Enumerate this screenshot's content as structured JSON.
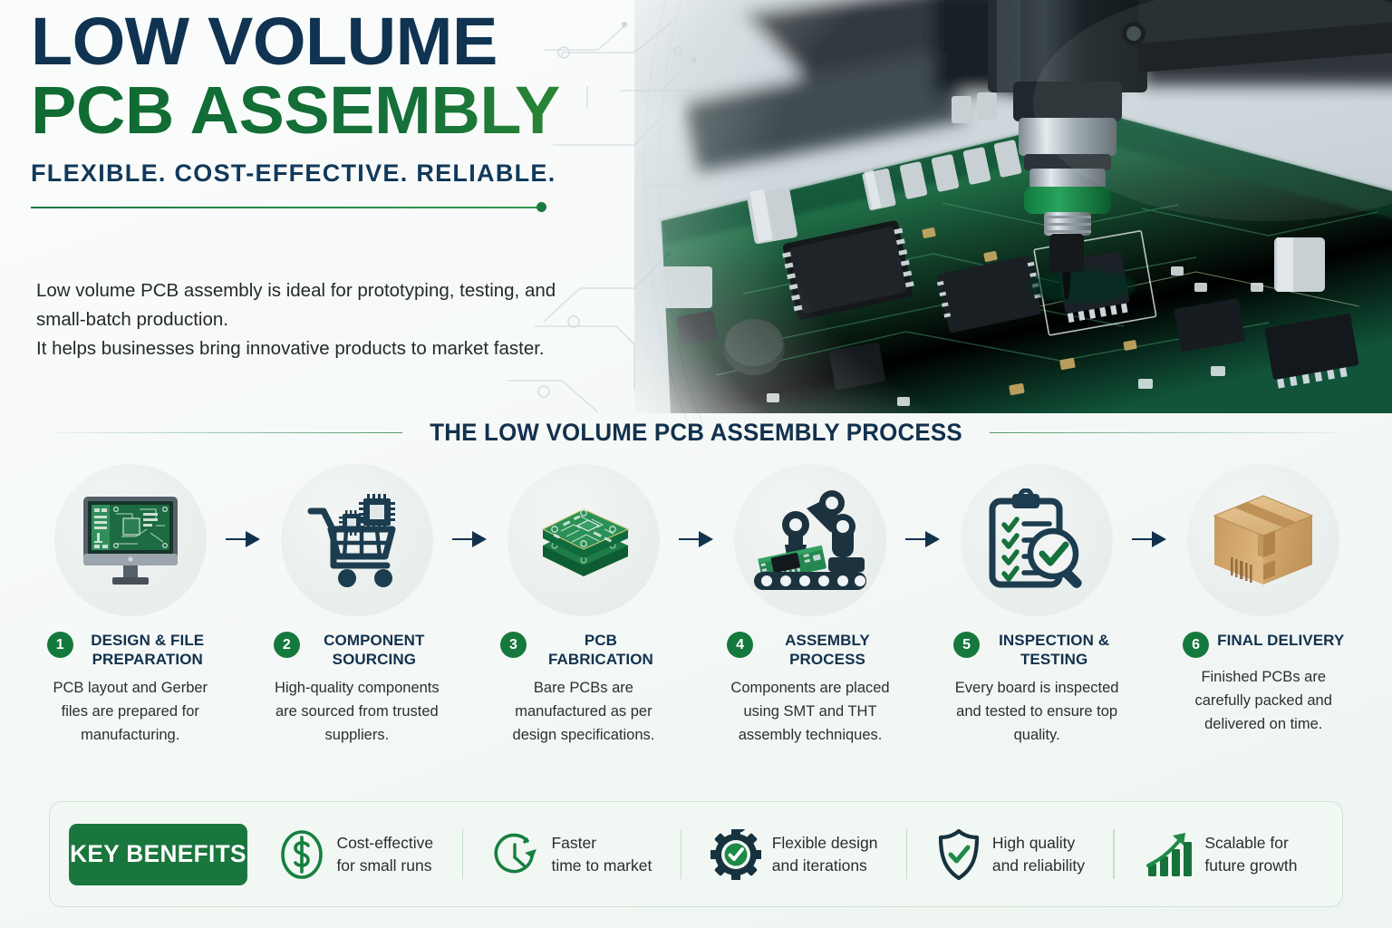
{
  "hero": {
    "title_line1": "LOW VOLUME",
    "title_line2": "PCB ASSEMBLY",
    "subtitle": "FLEXIBLE. COST-EFFECTIVE. RELIABLE.",
    "body": "Low volume PCB assembly is ideal for prototyping, testing, and small-batch production.\nIt helps businesses bring innovative products to market faster.",
    "photo_alt": "pick-and-place machine placing a chip on a green printed circuit board",
    "colors": {
      "navy": "#0f3351",
      "green": "#157039",
      "green_light": "#3d9a2f"
    }
  },
  "process": {
    "heading": "THE LOW VOLUME PCB ASSEMBLY PROCESS",
    "arrow_glyph": "→",
    "steps": [
      {
        "number": "1",
        "title": "DESIGN & FILE PREPARATION",
        "desc": "PCB layout and Gerber files are prepared for manufacturing.",
        "icon": "monitor-pcb-layout-icon"
      },
      {
        "number": "2",
        "title": "COMPONENT SOURCING",
        "desc": "High-quality components are sourced from trusted suppliers.",
        "icon": "shopping-cart-chips-icon"
      },
      {
        "number": "3",
        "title": "PCB FABRICATION",
        "desc": "Bare PCBs are manufactured as per design specifications.",
        "icon": "stacked-pcb-boards-icon"
      },
      {
        "number": "4",
        "title": "ASSEMBLY PROCESS",
        "desc": "Components are placed using SMT and THT assembly techniques.",
        "icon": "robotic-arm-conveyor-icon"
      },
      {
        "number": "5",
        "title": "INSPECTION & TESTING",
        "desc": "Every board is inspected and tested to ensure top quality.",
        "icon": "clipboard-magnifier-check-icon"
      },
      {
        "number": "6",
        "title": "FINAL DELIVERY",
        "desc": "Finished PCBs are carefully packed and delivered on time.",
        "icon": "cardboard-box-icon"
      }
    ]
  },
  "benefits": {
    "badge_label": "KEY BENEFITS",
    "items": [
      {
        "line1": "Cost-effective",
        "line2": "for small runs",
        "icon": "dollar-coin-icon"
      },
      {
        "line1": "Faster",
        "line2": "time to market",
        "icon": "clock-arrow-icon"
      },
      {
        "line1": "Flexible design",
        "line2": "and iterations",
        "icon": "gear-check-icon"
      },
      {
        "line1": "High quality",
        "line2": "and reliability",
        "icon": "shield-check-icon"
      },
      {
        "line1": "Scalable for",
        "line2": "future growth",
        "icon": "growth-bar-chart-icon"
      }
    ]
  }
}
